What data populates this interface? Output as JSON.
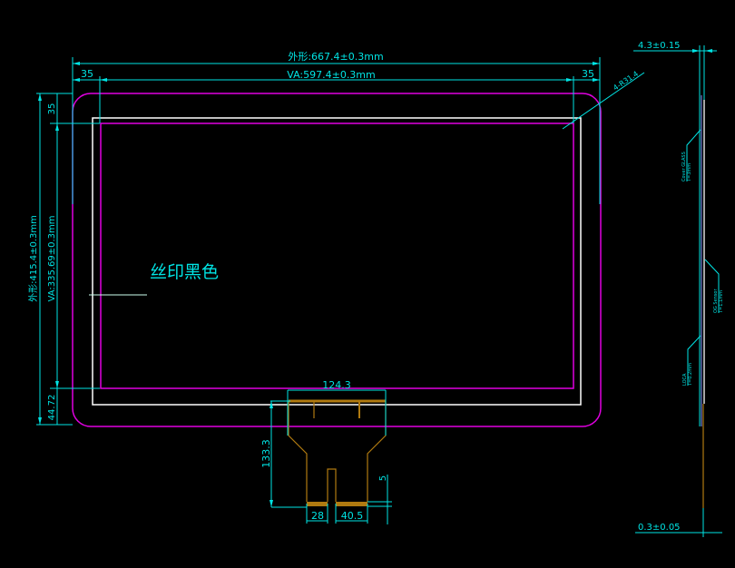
{
  "dimensions": {
    "outer_width": "外形:667.4±0.3mm",
    "va_width": "VA:597.4±0.3mm",
    "left_margin": "35",
    "right_margin": "35",
    "outer_height": "外形:415.4±0.3mm",
    "va_height": "VA:335.69±0.3mm",
    "top_margin": "35",
    "bottom_margin": "44.72",
    "corner_radius": "4-R31.4",
    "fpc_width": "124.3",
    "fpc_length": "133.3",
    "fpc_pad_left": "28",
    "fpc_pad_right": "40.5",
    "fpc_gap": "5",
    "total_thickness": "4.3±0.15",
    "film_thickness": "0.3±0.05"
  },
  "notes": {
    "silkscreen": "丝印黑色"
  },
  "layers": [
    {
      "name": "Cover GLASS",
      "thickness": "T=3mm"
    },
    {
      "name": "OG Sensor",
      "thickness": "T=1.1mm"
    },
    {
      "name": "LOCA",
      "thickness": "T=0.2mm"
    }
  ],
  "colors": {
    "dimension": "#00e5e5",
    "outline": "#e000e0",
    "va": "#ffffff",
    "fpc": "#b07a10"
  }
}
